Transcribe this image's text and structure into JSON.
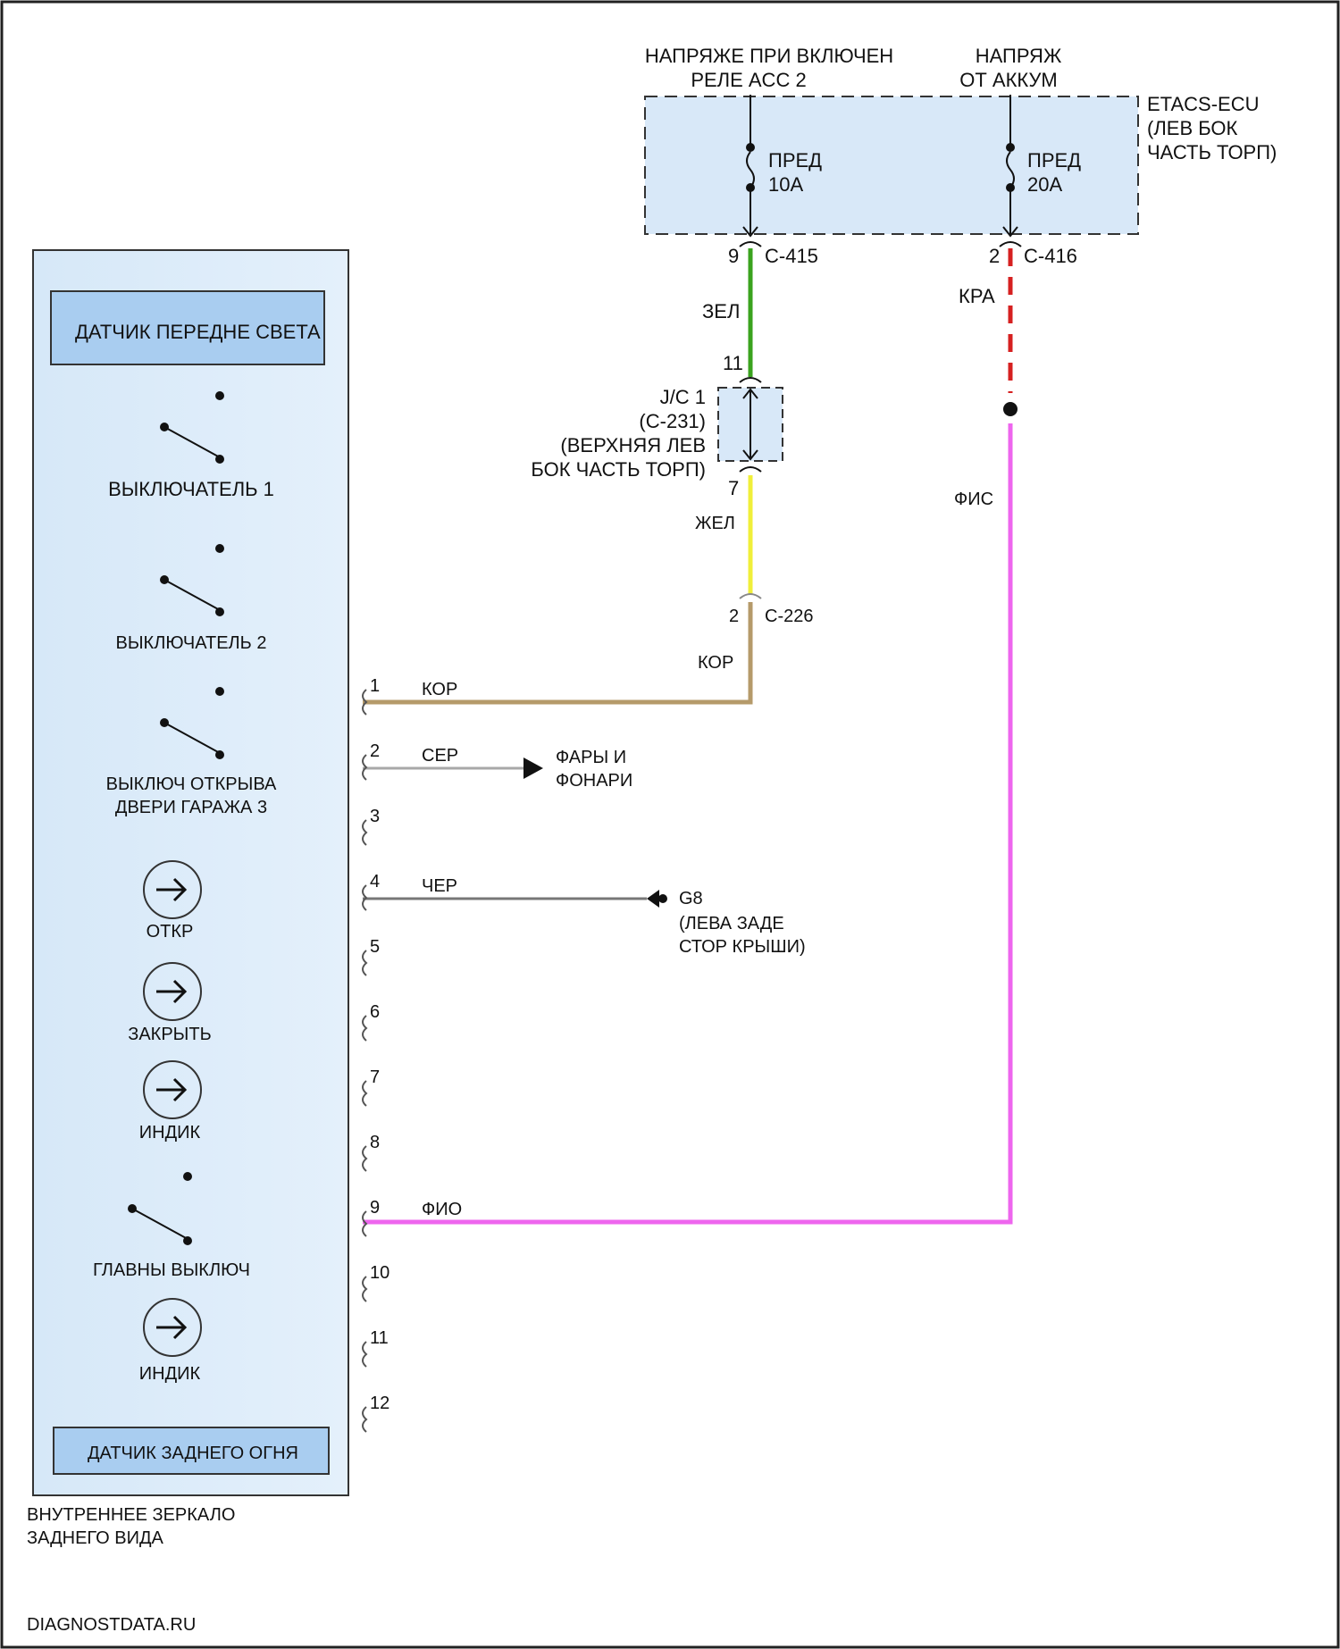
{
  "source_top": {
    "acc_relay_line1": "НАПРЯЖЕ ПРИ ВКЛЮЧЕН",
    "acc_relay_line2": "РЕЛЕ ACC 2",
    "battery_line1": "НАПРЯЖ",
    "battery_line2": "ОТ АККУМ"
  },
  "etacs": {
    "title": "ETACS-ECU",
    "location_line1": "(ЛЕВ БОК",
    "location_line2": "ЧАСТЬ ТОРП)",
    "fuse1_line1": "ПРЕД",
    "fuse1_line2": "10A",
    "fuse2_line1": "ПРЕД",
    "fuse2_line2": "20A"
  },
  "connectors": {
    "c415_pin": "9",
    "c415_name": "C-415",
    "c416_pin": "2",
    "c416_name": "C-416",
    "jc_pin_top": "11",
    "jc_pin_bottom": "7",
    "jc_line1": "J/C 1",
    "jc_line2": "(C-231)",
    "jc_line3": "(ВЕРХНЯЯ ЛЕВ",
    "jc_line4": "БОК ЧАСТЬ ТОРП)",
    "c226_pin": "2",
    "c226_name": "C-226"
  },
  "wires": {
    "green": "ЗЕЛ",
    "red": "КРА",
    "yellow": "ЖЕЛ",
    "violet": "ФИС",
    "brown_upper": "КОР",
    "brown_pin": "КОР",
    "gray_pin": "СЕР",
    "black_pin": "ЧЕР",
    "violet_pin": "ФИО",
    "colors": {
      "green": "#3aa31e",
      "red": "#d62020",
      "yellow": "#f0ef3a",
      "violet": "#ee66ee",
      "brown": "#b59a6a",
      "gray": "#a8a8a8",
      "black": "#777777"
    }
  },
  "mirror": {
    "front_sensor": "ДАТЧИК ПЕРЕДНЕ СВЕТА",
    "switch1": "ВЫКЛЮЧАТЕЛЬ 1",
    "switch2": "ВЫКЛЮЧАТЕЛЬ 2",
    "switch3_line1": "ВЫКЛЮЧ ОТКРЫВА",
    "switch3_line2": "ДВЕРИ ГАРАЖА 3",
    "led_open": "ОТКР",
    "led_close": "ЗАКРЫТЬ",
    "led_ind1": "ИНДИК",
    "main_switch": "ГЛАВНЫ ВЫКЛЮЧ",
    "led_ind2": "ИНДИК",
    "rear_sensor": "ДАТЧИК ЗАДНЕГО ОГНЯ",
    "name_line1": "ВНУТРЕННЕЕ ЗЕРКАЛО",
    "name_line2": "ЗАДНЕГО ВИДА",
    "pins": [
      "1",
      "2",
      "3",
      "4",
      "5",
      "6",
      "7",
      "8",
      "9",
      "10",
      "11",
      "12"
    ]
  },
  "outputs": {
    "lights_line1": "ФАРЫ И",
    "lights_line2": "ФОНАРИ",
    "ground_name": "G8",
    "ground_line1": "(ЛЕВА ЗАДЕ",
    "ground_line2": "СТОР КРЫШИ)"
  },
  "watermark": "DIAGNOSTDATA.RU"
}
